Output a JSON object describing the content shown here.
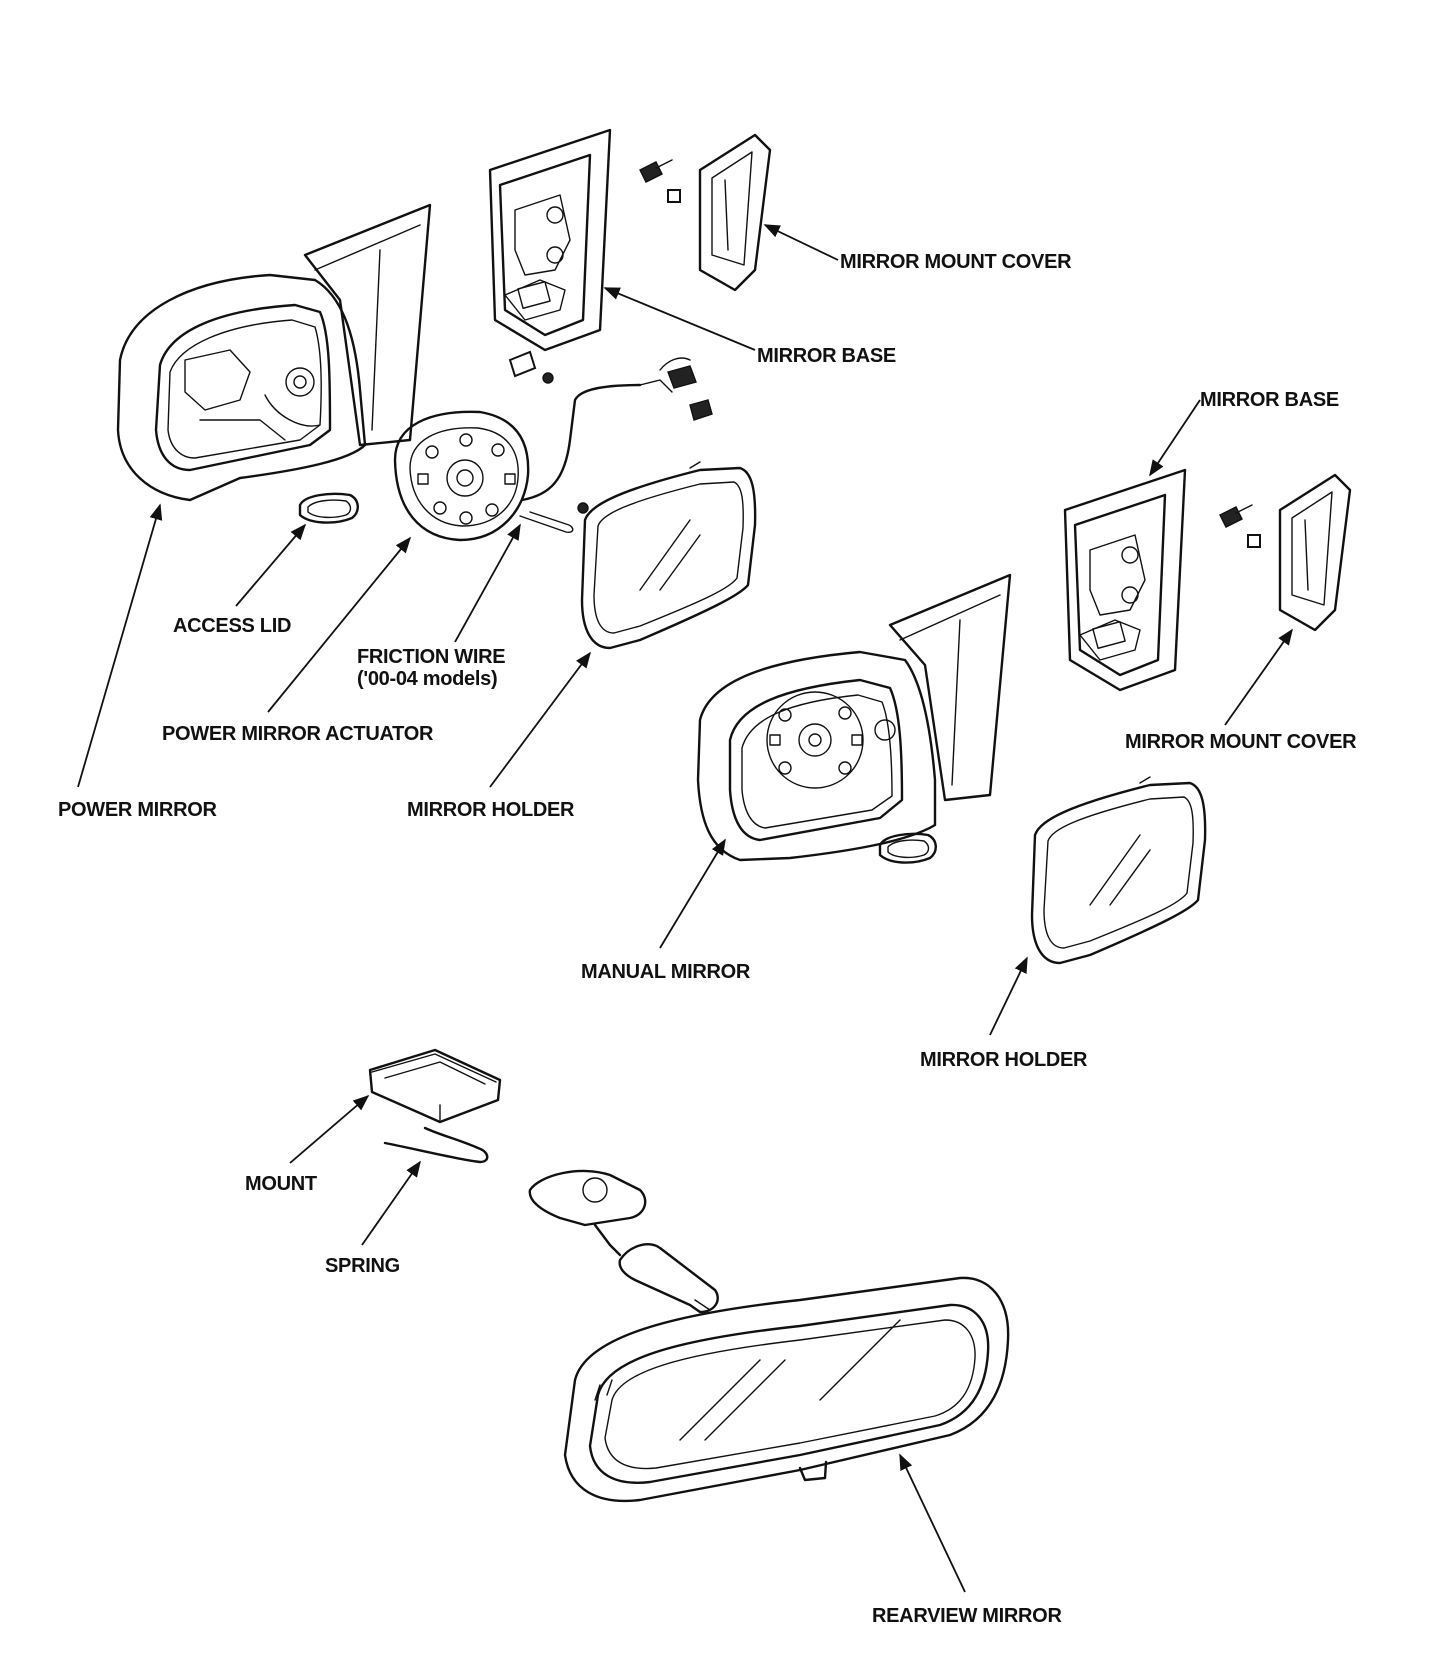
{
  "labels": {
    "mirror_mount_cover_top": "MIRROR MOUNT COVER",
    "mirror_base_top": "MIRROR BASE",
    "mirror_base_right": "MIRROR BASE",
    "access_lid": "ACCESS LID",
    "friction_wire_line1": "FRICTION WIRE",
    "friction_wire_line2": "('00-04 models)",
    "power_mirror_actuator": "POWER MIRROR ACTUATOR",
    "mirror_mount_cover_right": "MIRROR MOUNT COVER",
    "power_mirror": "POWER MIRROR",
    "mirror_holder_left": "MIRROR HOLDER",
    "manual_mirror": "MANUAL MIRROR",
    "mirror_holder_right": "MIRROR HOLDER",
    "mount": "MOUNT",
    "spring": "SPRING",
    "rearview_mirror": "REARVIEW MIRROR"
  }
}
